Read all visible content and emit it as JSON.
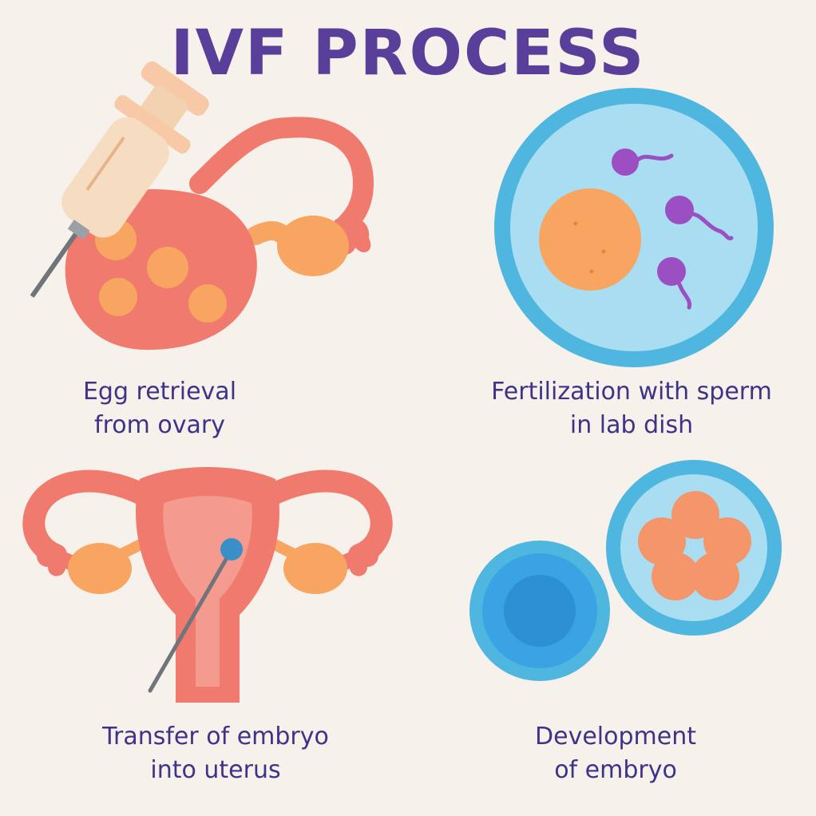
{
  "title": "IVF PROCESS",
  "steps": [
    {
      "line1": "Egg retrieval",
      "line2": "from ovary",
      "icon": "syringe-ovary-icon"
    },
    {
      "line1": "Fertilization with sperm",
      "line2": "in lab dish",
      "icon": "petri-dish-icon"
    },
    {
      "line1": "Transfer of embryo",
      "line2": "into uterus",
      "icon": "uterus-icon"
    },
    {
      "line1": "Development",
      "line2": "of embryo",
      "icon": "embryo-cells-icon"
    }
  ],
  "colors": {
    "title": "#5a3f9a",
    "caption": "#3f3388",
    "tissue": "#f07a6e",
    "egg": "#f7a560",
    "dish": "#5fc4ea",
    "sperm": "#9b4fc2",
    "embryo_dish": "#3aa3e3"
  }
}
